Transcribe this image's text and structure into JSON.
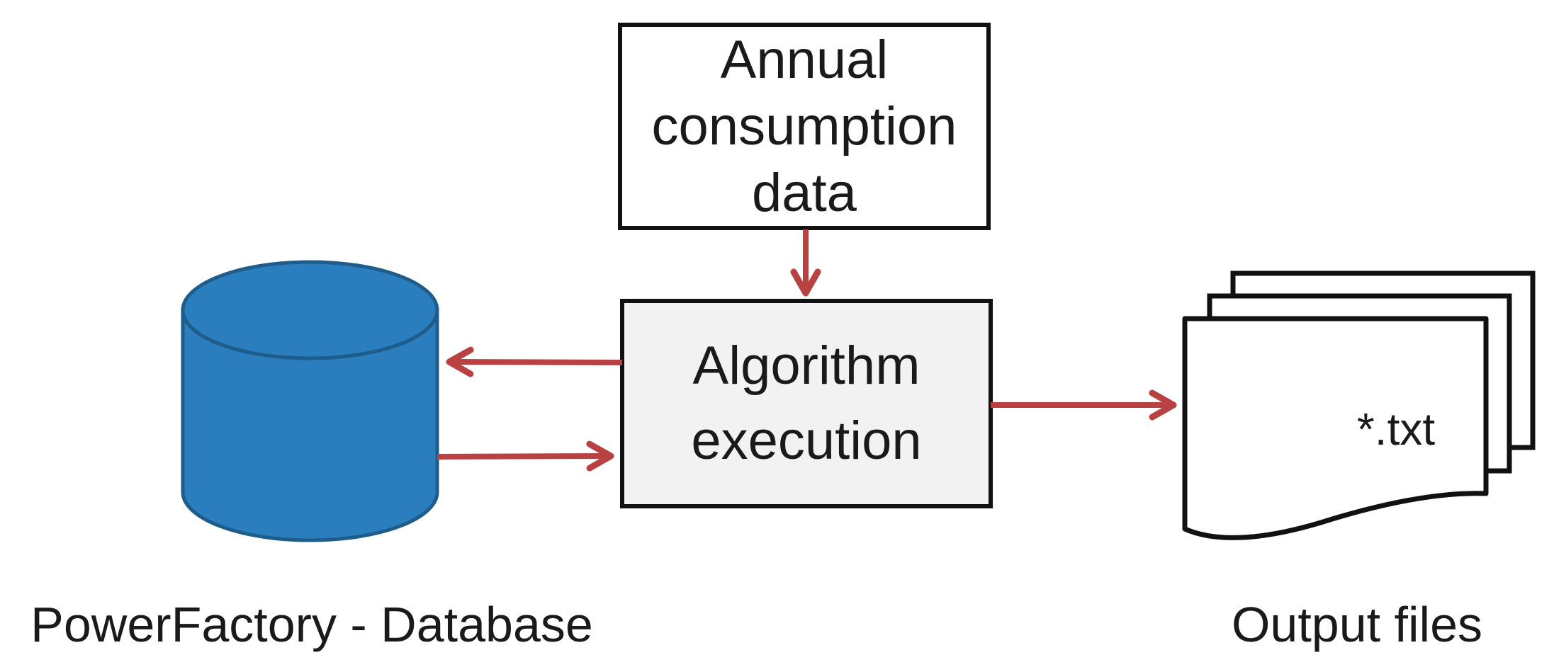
{
  "diagram": {
    "nodes": {
      "annual_box": {
        "lines": [
          "Annual",
          "consumption",
          "data"
        ],
        "label": "Annual consumption data"
      },
      "algorithm_box": {
        "lines": [
          "Algorithm",
          "execution"
        ],
        "label": "Algorithm execution"
      },
      "database": {
        "caption": "PowerFactory - Database"
      },
      "output": {
        "caption": "Output files",
        "file_label": "*.txt",
        "page_count": "3"
      }
    },
    "arrows": [
      {
        "name": "annual-to-algorithm",
        "from": "annual_box",
        "to": "algorithm_box",
        "direction": "down"
      },
      {
        "name": "algorithm-to-database",
        "from": "algorithm_box",
        "to": "database",
        "direction": "left"
      },
      {
        "name": "database-to-algorithm",
        "from": "database",
        "to": "algorithm_box",
        "direction": "right"
      },
      {
        "name": "algorithm-to-output",
        "from": "algorithm_box",
        "to": "output",
        "direction": "right"
      }
    ]
  },
  "colors": {
    "background": "#ffffff",
    "box_border": "#111111",
    "annual_box_fill": "#ffffff",
    "algorithm_box_fill": "#f2f2f2",
    "arrow_red": "#b84141",
    "db_fill": "#2a7ebe",
    "db_stroke": "#1e5c8c",
    "page_fill": "#ffffff",
    "page_stroke": "#111111",
    "text": "#1a1a1a"
  }
}
